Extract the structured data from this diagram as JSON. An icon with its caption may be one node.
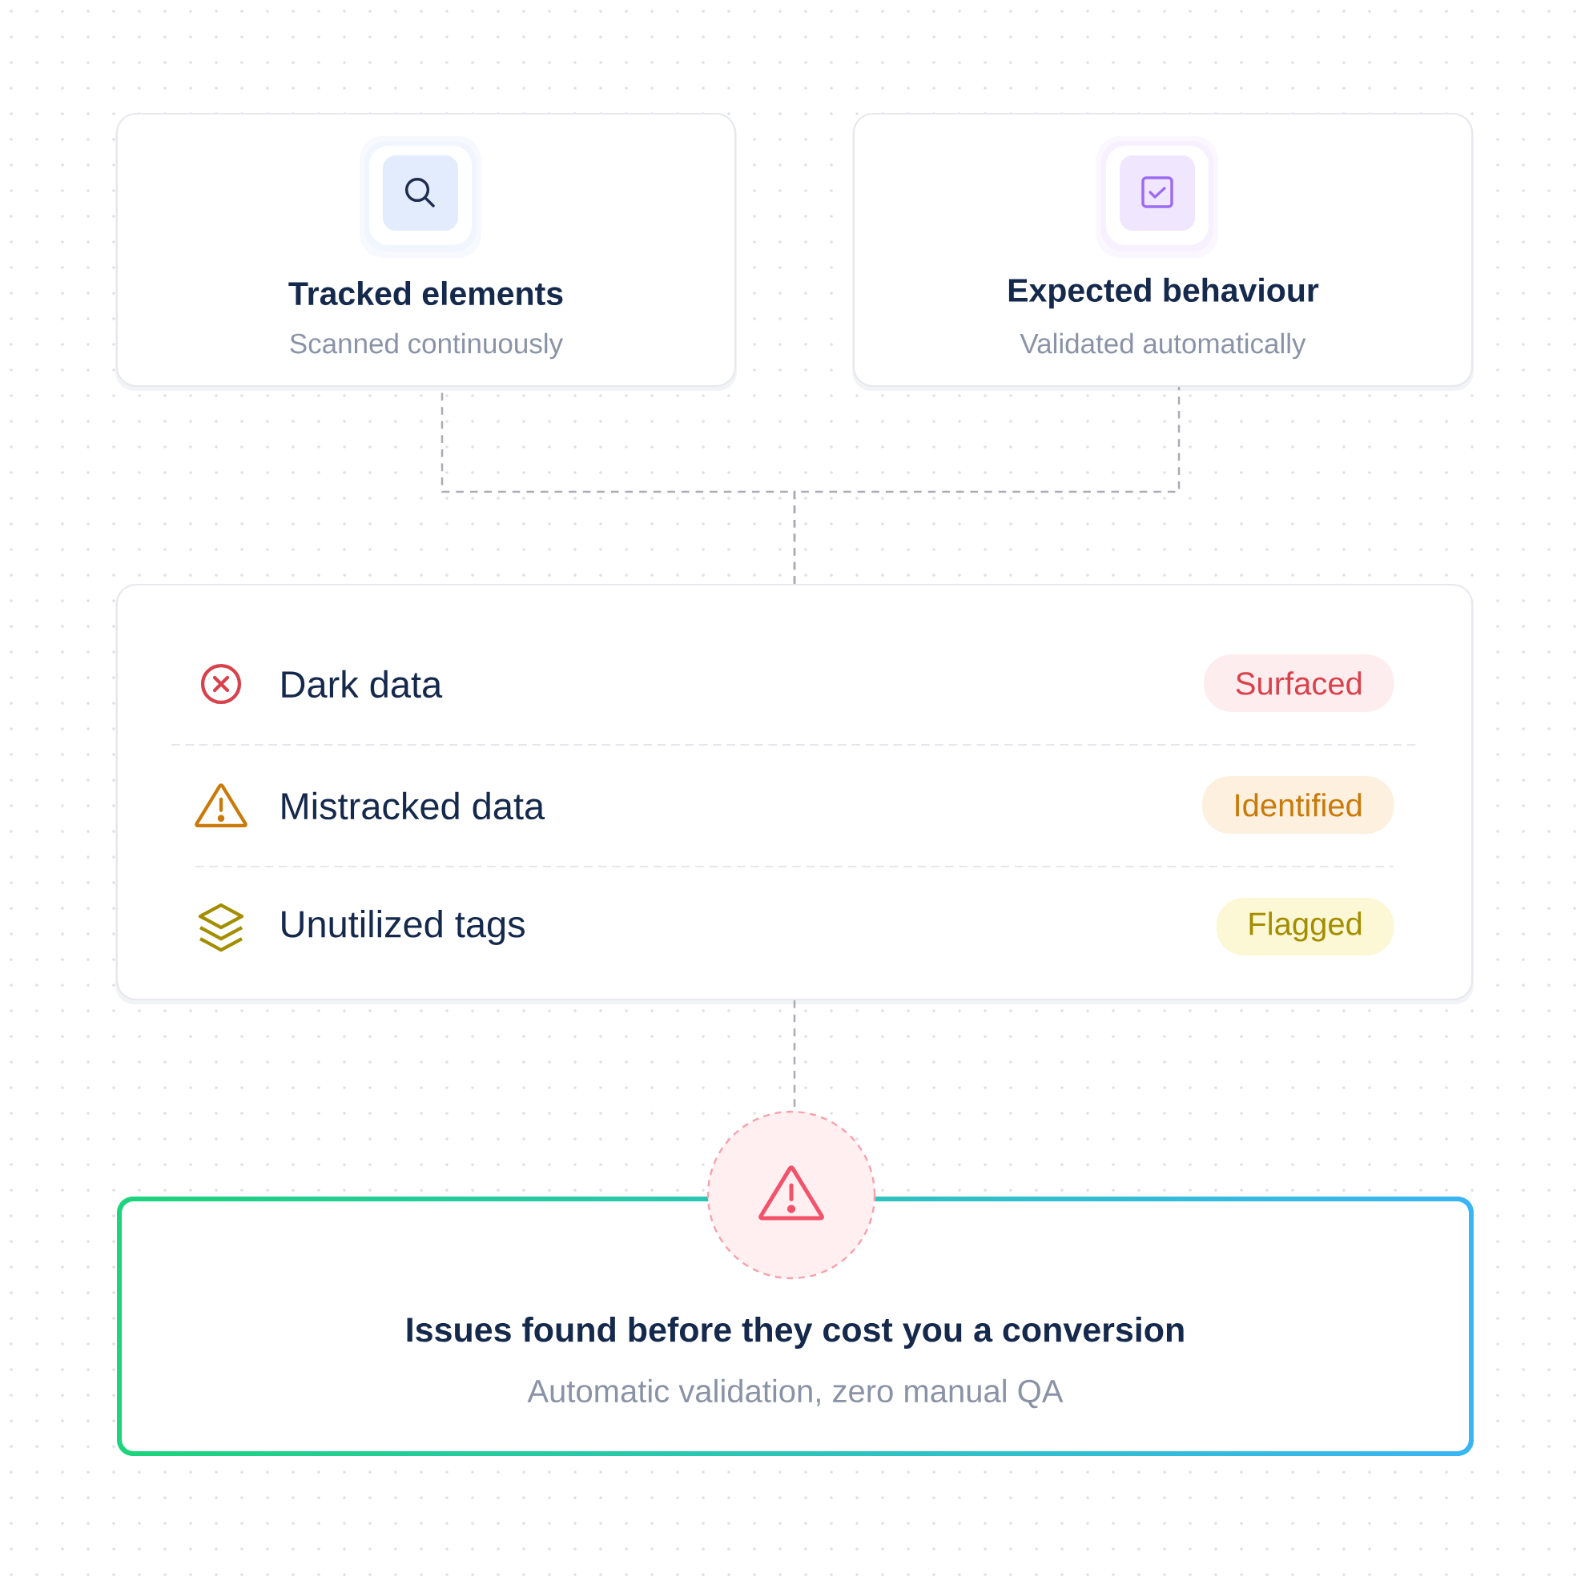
{
  "diagram": {
    "nodes": [
      {
        "text": [
          "Tracked elements",
          "Scanned continuously"
        ]
      },
      {
        "text": [
          "Expected behaviour",
          "Validated automatically"
        ]
      },
      {
        "text": [
          "Dark data",
          "Mistracked data",
          "Unutilized tags"
        ]
      },
      {
        "text": [
          "Surfaced"
        ],
        "in": 2
      },
      {
        "text": [
          "Identified"
        ],
        "in": 2
      },
      {
        "text": [
          "Flagged"
        ],
        "in": 2
      },
      {
        "text": [],
        "shape": "circle"
      },
      {
        "text": [
          "Issues found before they cost you a conversion",
          "Automatic validation, zero manual QA"
        ]
      }
    ],
    "edges": [
      {
        "from": 0,
        "to": 2,
        "arrow": "none",
        "style": "dashed"
      },
      {
        "from": 1,
        "to": 2,
        "arrow": "none",
        "style": "dashed"
      },
      {
        "from": 2,
        "to": 6,
        "arrow": "none",
        "style": "dashed"
      }
    ]
  }
}
